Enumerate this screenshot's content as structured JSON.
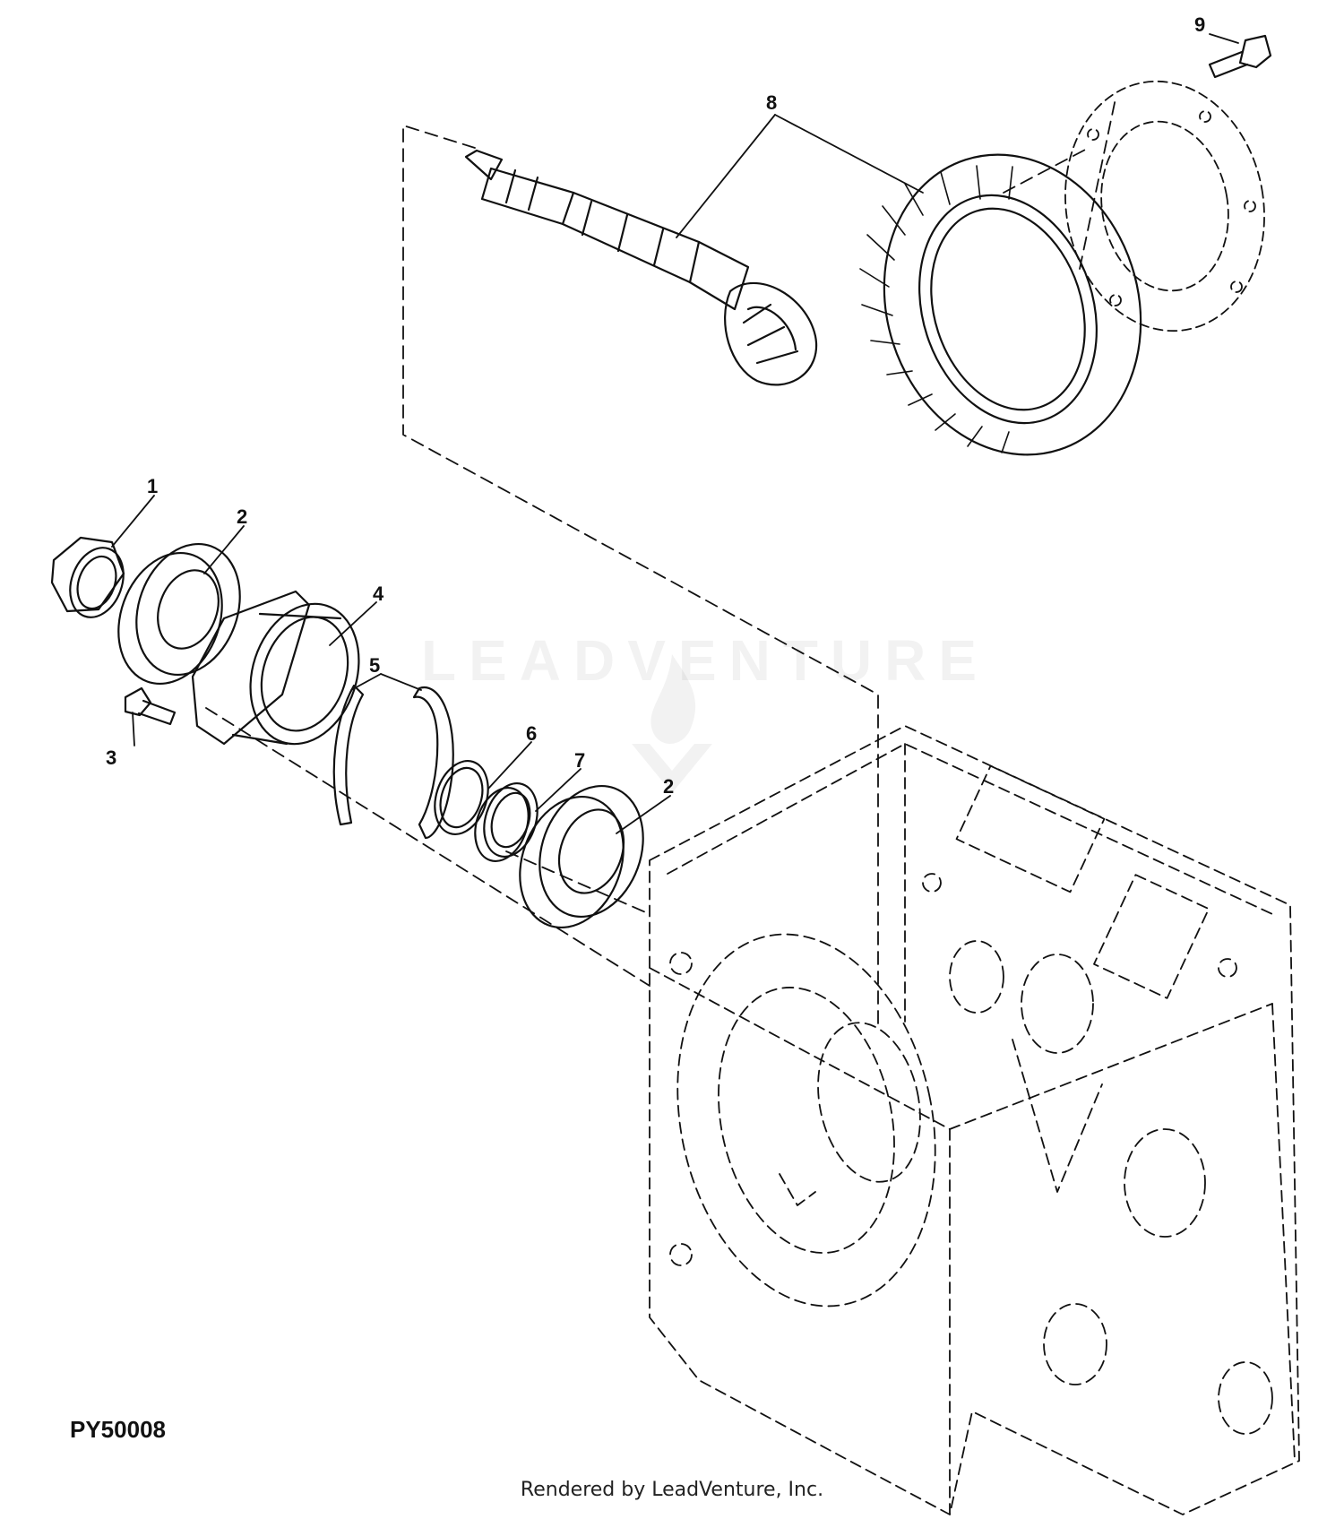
{
  "diagram": {
    "drawing_id": "PY50008",
    "footer": "Rendered by LeadVenture, Inc.",
    "watermark": "LEADVENTURE",
    "callouts": [
      "1",
      "2",
      "3",
      "4",
      "5",
      "6",
      "7",
      "2",
      "8",
      "9"
    ]
  }
}
